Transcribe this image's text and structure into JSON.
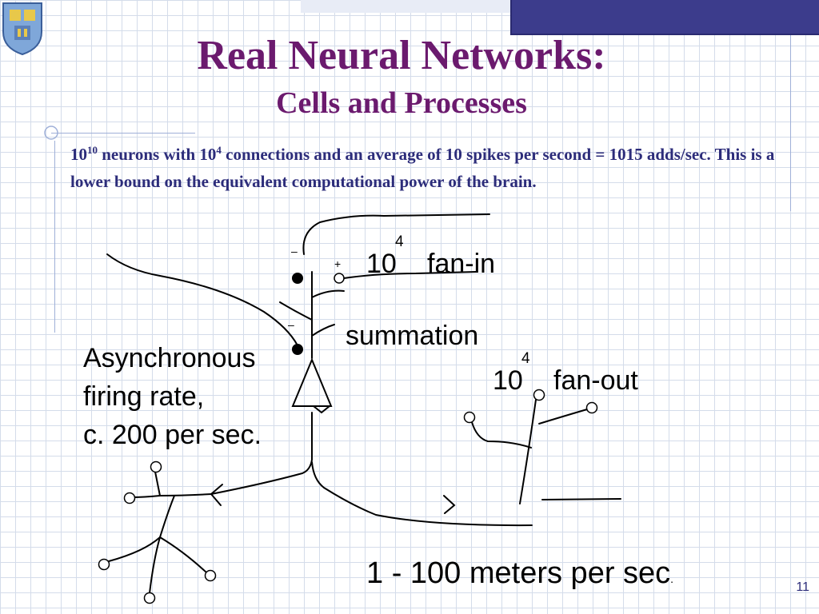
{
  "slide": {
    "title": "Real Neural Networks:",
    "subtitle": "Cells and Processes",
    "body": {
      "part1": "10",
      "sup1": "10",
      "part2": " neurons with 10",
      "sup2": "4",
      "part3": " connections and an average of 10 spikes per second = 1015 adds/sec.  This is a lower bound on the equivalent computational power of the brain."
    },
    "page_number": "11"
  },
  "diagram": {
    "fanin_base": "10",
    "fanin_exp": "4",
    "fanin_label": "fan-in",
    "summation_label": "summation",
    "fanout_base": "10",
    "fanout_exp": "4",
    "fanout_label": "fan-out",
    "async_line1": "Asynchronous",
    "async_line2": "firing rate,",
    "async_line3": "c. 200 per sec.",
    "speed_label": "1 - 100 meters per sec",
    "speed_period": ".",
    "plus_sign": "+",
    "minus_sign": "–"
  }
}
